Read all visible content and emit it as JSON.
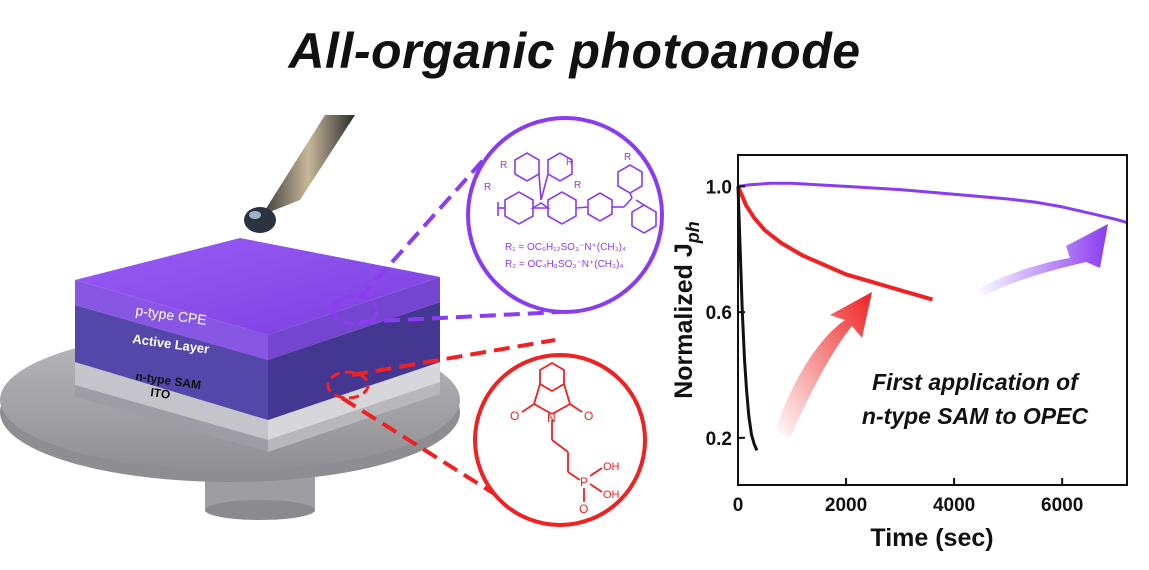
{
  "title": "All-organic photoanode",
  "device": {
    "layers": [
      "p-type CPE",
      "Active Layer",
      "n-type SAM",
      "ITO"
    ]
  },
  "molecules": {
    "cpe": {
      "sub_r1": "R",
      "sub_r2": "R",
      "r1_formula": "R₁ = OC₆H₁₂SO₃⁻N⁺(CH₃)₄",
      "r2_formula": "R₂ = OC₄H₈SO₃⁻N⁺(CH₃)₄"
    },
    "sam": {
      "atom_o1": "O",
      "atom_o2": "O",
      "atom_n": "N",
      "atom_p": "P",
      "atom_oh1": "OH",
      "atom_oh2": "OH",
      "atom_o3": "O"
    }
  },
  "colors": {
    "purple": "#8a3cf0",
    "red": "#ee2222",
    "black": "#111111",
    "cpe_layer": "#7b46d6",
    "active_layer": "#5a4ab0",
    "sam_layer": "#c9c9cf",
    "ito_layer": "#a9a9ae"
  },
  "annotation": [
    "First application of",
    "n-type SAM to OPEC"
  ],
  "chart_data": {
    "type": "line",
    "xlabel": "Time (sec)",
    "ylabel_main": "Normalized J",
    "ylabel_sub": "ph",
    "xlim": [
      0,
      7200
    ],
    "ylim": [
      0.05,
      1.1
    ],
    "xticks": [
      0,
      2000,
      4000,
      6000
    ],
    "yticks": [
      0.2,
      0.6,
      1.0
    ],
    "xtick_labels": [
      "0",
      "2000",
      "4000",
      "6000"
    ],
    "ytick_labels": [
      "0.2",
      "0.6",
      "1.0"
    ],
    "series": [
      {
        "color": "#8a3cf0",
        "x": [
          0,
          200,
          600,
          1000,
          1500,
          2000,
          3000,
          4000,
          5000,
          5500,
          6000,
          6500,
          7000,
          7200
        ],
        "y": [
          1.0,
          1.005,
          1.01,
          1.01,
          1.005,
          1.0,
          0.99,
          0.975,
          0.96,
          0.95,
          0.935,
          0.915,
          0.895,
          0.885
        ]
      },
      {
        "color": "#ee2222",
        "x": [
          0,
          50,
          150,
          300,
          500,
          800,
          1200,
          1600,
          2000,
          2400,
          2800,
          3200,
          3600
        ],
        "y": [
          1.0,
          0.98,
          0.94,
          0.9,
          0.86,
          0.82,
          0.78,
          0.75,
          0.72,
          0.7,
          0.68,
          0.66,
          0.64
        ]
      },
      {
        "color": "#111111",
        "x": [
          0,
          20,
          50,
          80,
          120,
          160,
          200,
          250,
          300,
          350
        ],
        "y": [
          1.0,
          0.9,
          0.75,
          0.6,
          0.45,
          0.35,
          0.27,
          0.21,
          0.18,
          0.16
        ]
      }
    ]
  }
}
